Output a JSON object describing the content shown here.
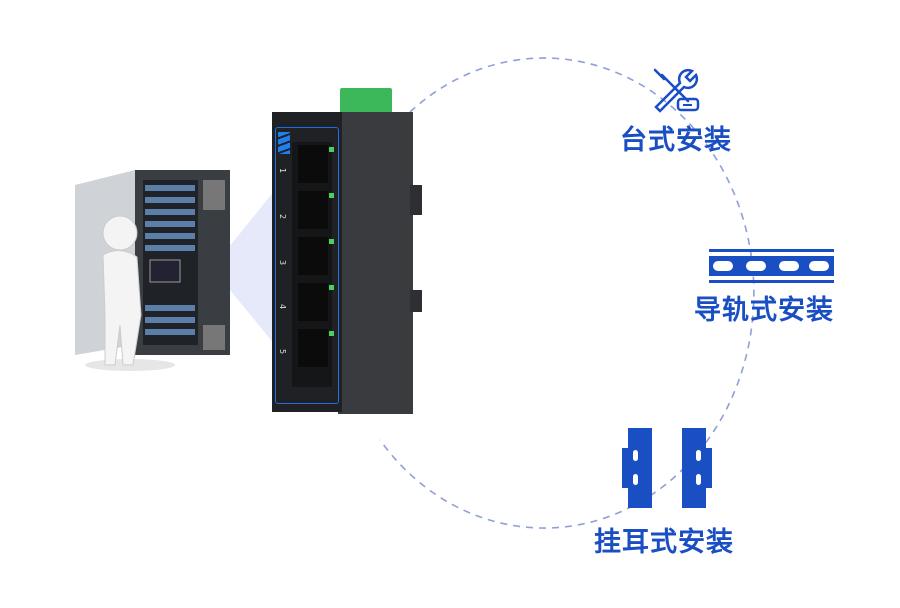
{
  "colors": {
    "accent": "#1a4fc4",
    "dash": "#8f9fd8",
    "device": "#2a2b2e",
    "terminal": "#3cb85a"
  },
  "mount_options": [
    {
      "label": "台式安装",
      "icon": "tools-icon"
    },
    {
      "label": "导轨式安装",
      "icon": "din-rail-icon"
    },
    {
      "label": "挂耳式安装",
      "icon": "wall-mount-ears-icon"
    }
  ],
  "device": {
    "ports": [
      "1",
      "2",
      "3",
      "4",
      "5"
    ]
  }
}
